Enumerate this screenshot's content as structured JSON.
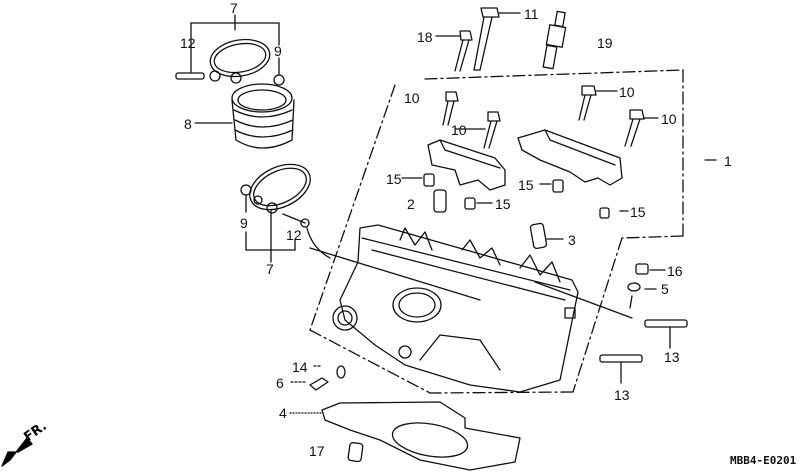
{
  "diagram": {
    "type": "exploded-parts-diagram",
    "subject": "Cylinder head assembly",
    "diagram_code": "MBB4-E0201",
    "direction_indicator": "FR.",
    "colors": {
      "line": "#111111",
      "background": "#ffffff"
    }
  },
  "callouts": [
    {
      "id": "c7a",
      "number": "7",
      "part": "clamp (upper insulator band)"
    },
    {
      "id": "c12a",
      "number": "12",
      "part": "band screw (upper)"
    },
    {
      "id": "c9a",
      "number": "9",
      "part": "nut (upper)"
    },
    {
      "id": "c8",
      "number": "8",
      "part": "carburetor insulator"
    },
    {
      "id": "c9b",
      "number": "9",
      "part": "nut (lower)"
    },
    {
      "id": "c12b",
      "number": "12",
      "part": "band screw (lower)"
    },
    {
      "id": "c7b",
      "number": "7",
      "part": "clamp (lower insulator band)"
    },
    {
      "id": "c11",
      "number": "11",
      "part": "long flange bolt"
    },
    {
      "id": "c18",
      "number": "18",
      "part": "flange bolt"
    },
    {
      "id": "c19",
      "number": "19",
      "part": "spark plug"
    },
    {
      "id": "c10a",
      "number": "10",
      "part": "bolt (left top)"
    },
    {
      "id": "c10b",
      "number": "10",
      "part": "bolt (left)"
    },
    {
      "id": "c10c",
      "number": "10",
      "part": "bolt (right top)"
    },
    {
      "id": "c10d",
      "number": "10",
      "part": "bolt (right)"
    },
    {
      "id": "c1",
      "number": "1",
      "part": "cylinder head assembly"
    },
    {
      "id": "c15a",
      "number": "15",
      "part": "dowel pin (left)"
    },
    {
      "id": "c15b",
      "number": "15",
      "part": "dowel pin (center)"
    },
    {
      "id": "c15c",
      "number": "15",
      "part": "dowel pin (lower)"
    },
    {
      "id": "c15d",
      "number": "15",
      "part": "dowel pin (right)"
    },
    {
      "id": "c2",
      "number": "2",
      "part": "valve guide (intake)"
    },
    {
      "id": "c3",
      "number": "3",
      "part": "valve guide (exhaust)"
    },
    {
      "id": "c16",
      "number": "16",
      "part": "collar"
    },
    {
      "id": "c5",
      "number": "5",
      "part": "sealing washer"
    },
    {
      "id": "c13a",
      "number": "13",
      "part": "stud bolt (upper)"
    },
    {
      "id": "c13b",
      "number": "13",
      "part": "stud bolt (lower)"
    },
    {
      "id": "c14",
      "number": "14",
      "part": "washer"
    },
    {
      "id": "c6",
      "number": "6",
      "part": "temperature sensor / plug"
    },
    {
      "id": "c4",
      "number": "4",
      "part": "cylinder head gasket"
    },
    {
      "id": "c17",
      "number": "17",
      "part": "dowel pin"
    }
  ]
}
